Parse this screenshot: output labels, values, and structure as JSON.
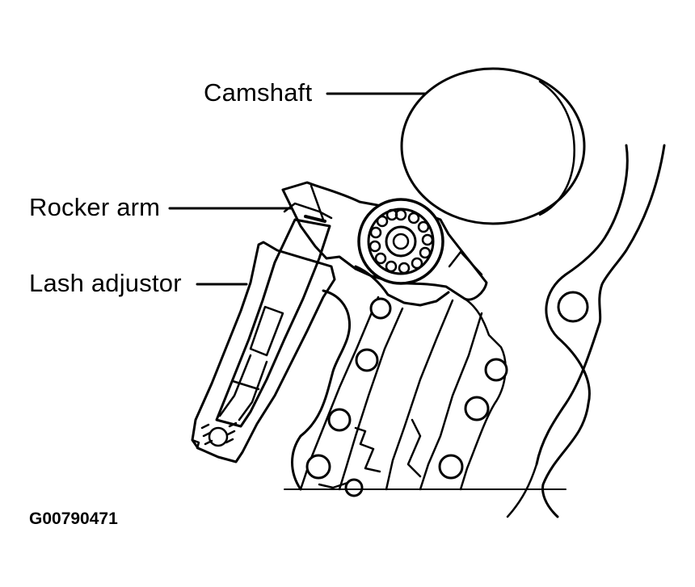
{
  "diagram": {
    "labels": {
      "camshaft": "Camshaft",
      "rocker_arm": "Rocker arm",
      "lash_adjustor": "Lash adjustor"
    },
    "figure_id": "G00790471",
    "colors": {
      "ink": "#000000",
      "paper": "#ffffff"
    }
  }
}
